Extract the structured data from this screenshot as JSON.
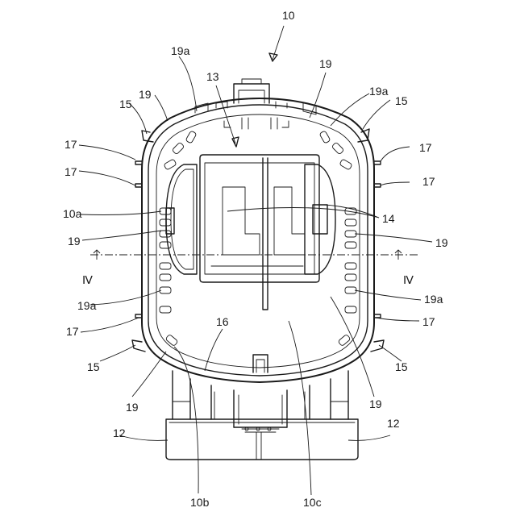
{
  "figure": {
    "labels": {
      "main": "10",
      "top_left_19a": "19a",
      "top_13": "13",
      "top_right_19": "19",
      "top_right_19a": "19a",
      "top_left_15": "15",
      "top_left_19": "19",
      "top_right_15": "15",
      "left_17_a": "17",
      "right_17_a": "17",
      "left_17_b": "17",
      "right_17_b": "17",
      "left_10a": "10a",
      "right_14": "14",
      "left_19_mid": "19",
      "right_19_mid": "19",
      "section_left": "Ⅳ",
      "section_right": "Ⅳ",
      "left_19a_low": "19a",
      "right_19a_low": "19a",
      "center_16": "16",
      "left_17_c": "17",
      "right_17_c": "17",
      "left_15_low": "15",
      "right_15_low": "15",
      "left_19_low": "19",
      "right_19_low": "19",
      "left_12": "12",
      "right_12": "12",
      "bottom_10b": "10b",
      "bottom_10c": "10c"
    }
  }
}
